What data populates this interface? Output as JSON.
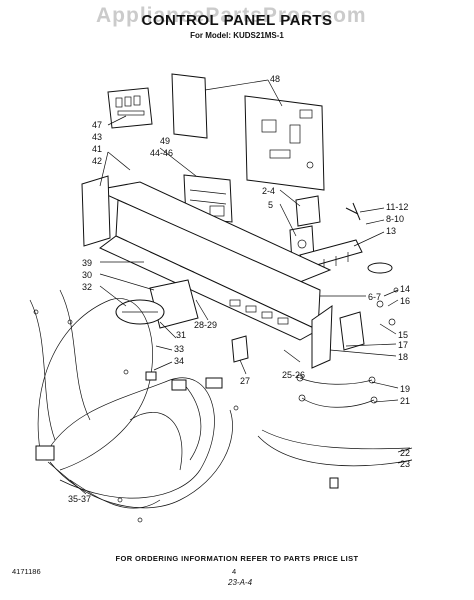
{
  "watermark": "AppliancePartsPros.com",
  "title": "CONTROL PANEL PARTS",
  "model_line": "For Model: KUDS21MS-1",
  "footer_note": "FOR ORDERING INFORMATION REFER TO PARTS PRICE LIST",
  "doc_number": "4171186",
  "page_number": "4",
  "date_mark": "23-A-4",
  "callouts": [
    "48",
    "47",
    "43",
    "41",
    "42",
    "49",
    "44-46",
    "2-4",
    "5",
    "11-12",
    "8-10",
    "13",
    "39",
    "30",
    "32",
    "6-7",
    "14",
    "16",
    "15",
    "31",
    "33",
    "34",
    "28-29",
    "17",
    "18",
    "27",
    "25-26",
    "19",
    "21",
    "22",
    "23",
    "35-37"
  ]
}
